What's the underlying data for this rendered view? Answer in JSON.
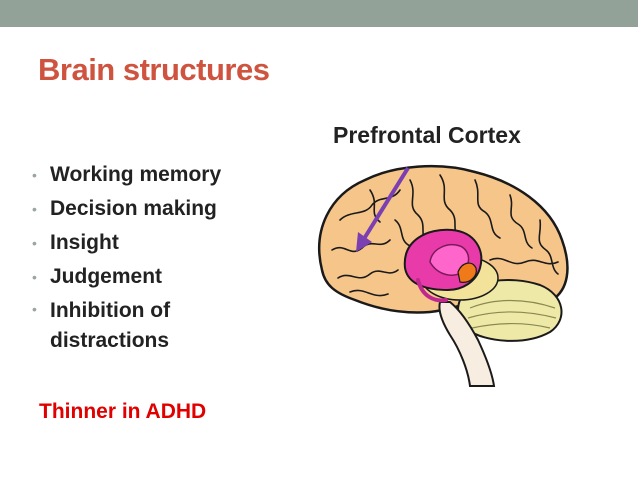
{
  "slide": {
    "title": "Brain structures",
    "bullets": [
      "Working memory",
      "Decision making",
      "Insight",
      "Judgement",
      "Inhibition of distractions"
    ],
    "note": "Thinner in ADHD",
    "diagram_label": "Prefrontal Cortex",
    "colors": {
      "title": "#cf543f",
      "note": "#e00000",
      "top_bar": "#93a299",
      "arrow": "#7a3fb0",
      "brain_fill": "#f6c58a",
      "corpus": "#e83aa8",
      "thalamus": "#f2e29a",
      "cerebellum": "#efe9a8",
      "stem": "#f7ede0"
    }
  }
}
